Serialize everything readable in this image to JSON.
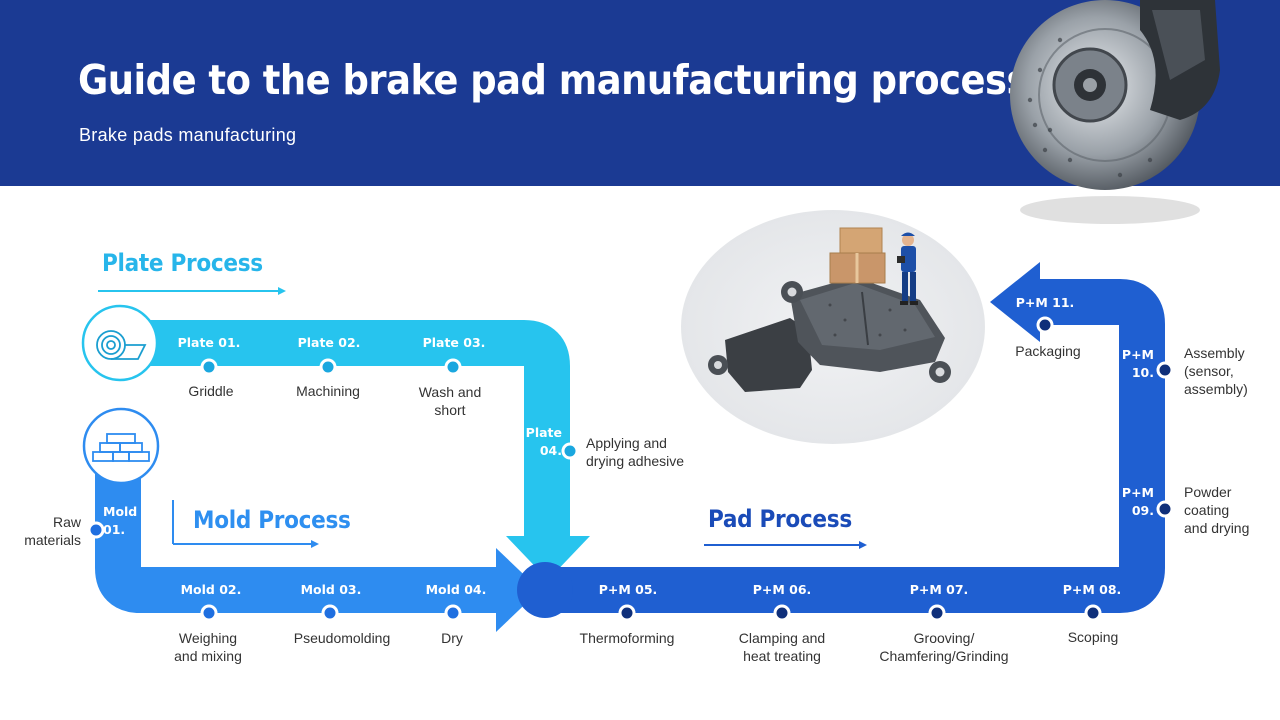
{
  "header": {
    "title": "Guide to the brake pad manufacturing process",
    "subtitle": "Brake pads manufacturing"
  },
  "sections": {
    "plate": "Plate Process",
    "mold": "Mold Process",
    "pad": "Pad Process"
  },
  "steps": [
    {
      "code": "Plate 01.",
      "label": "Griddle"
    },
    {
      "code": "Plate 02.",
      "label": "Machining"
    },
    {
      "code": "Plate 03.",
      "label": "Wash and\nshort"
    },
    {
      "code": "Plate\n04.",
      "label": "Applying and\ndrying adhesive"
    },
    {
      "code": "Mold\n01.",
      "label": "Raw\nmaterials"
    },
    {
      "code": "Mold 02.",
      "label": "Weighing\nand mixing"
    },
    {
      "code": "Mold 03.",
      "label": "Pseudomolding"
    },
    {
      "code": "Mold 04.",
      "label": "Dry"
    },
    {
      "code": "P+M 05.",
      "label": "Thermoforming"
    },
    {
      "code": "P+M 06.",
      "label": "Clamping and\nheat treating"
    },
    {
      "code": "P+M 07.",
      "label": "Grooving/\nChamfering/Grinding"
    },
    {
      "code": "P+M 08.",
      "label": "Scoping"
    },
    {
      "code": "P+M\n09.",
      "label": "Powder\ncoating\nand drying"
    },
    {
      "code": "P+M\n10.",
      "label": "Assembly\n(sensor,\nassembly)"
    },
    {
      "code": "P+M  11.",
      "label": "Packaging"
    }
  ],
  "colors": {
    "header_bg": "#1b3a93",
    "plate": "#27c4ee",
    "mold": "#2e8cf0",
    "pad": "#1f5fd1",
    "plate_text": "#27b5ea",
    "mold_text": "#2e8ff0",
    "pad_text": "#1a4bb8"
  },
  "icons": [
    "roll-icon",
    "bricks-icon",
    "brake-disc-image",
    "brake-pads-image",
    "worker-image",
    "boxes-image"
  ]
}
